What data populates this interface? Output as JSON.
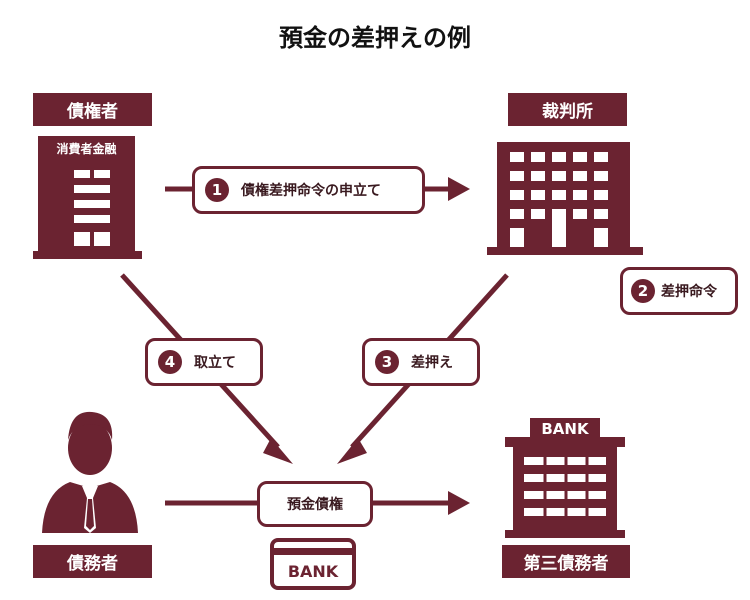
{
  "title": "預金の差押えの例",
  "creditor": {
    "label": "債権者",
    "sub_label": "消費者金融"
  },
  "court": {
    "label": "裁判所"
  },
  "debtor": {
    "label": "債務者"
  },
  "third_party": {
    "label": "第三債務者",
    "bank_sign": "BANK"
  },
  "steps": [
    {
      "num": "1",
      "text": "債権差押命令の申立て"
    },
    {
      "num": "2",
      "text": "差押命令"
    },
    {
      "num": "3",
      "text": "差押え"
    },
    {
      "num": "4",
      "text": "取立て"
    }
  ],
  "deposit_claim": {
    "label": "預金債権",
    "card_text": "BANK"
  },
  "colors": {
    "primary": "#6b2331"
  }
}
